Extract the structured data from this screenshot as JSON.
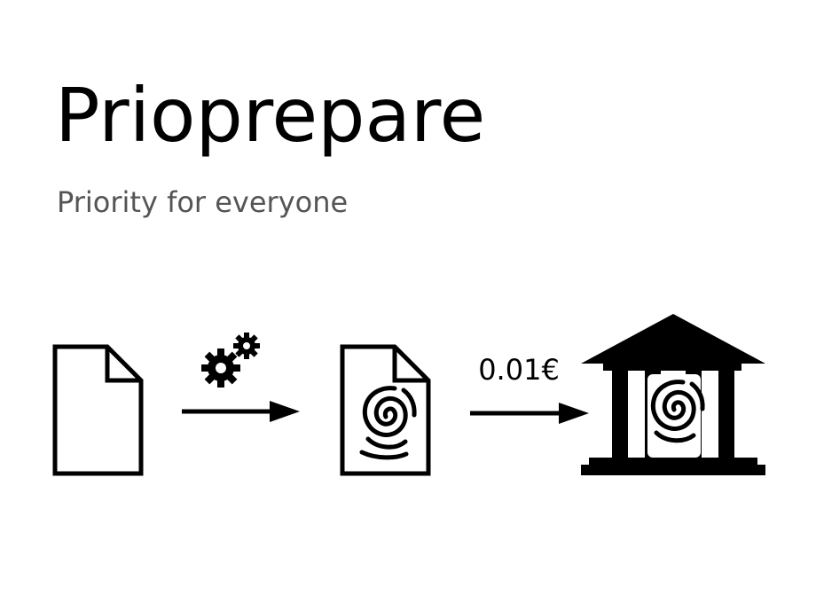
{
  "header": {
    "title": "Prioprepare",
    "subtitle": "Priority for everyone"
  },
  "diagram": {
    "steps": [
      {
        "icon": "document-icon"
      },
      {
        "icon": "gears-icon"
      },
      {
        "icon": "fingerprint-document-icon"
      },
      {
        "icon": "bank-icon"
      }
    ],
    "price_label": "0.01€",
    "colors": {
      "foreground": "#000000",
      "subtitle": "#555555",
      "background": "#ffffff"
    }
  }
}
